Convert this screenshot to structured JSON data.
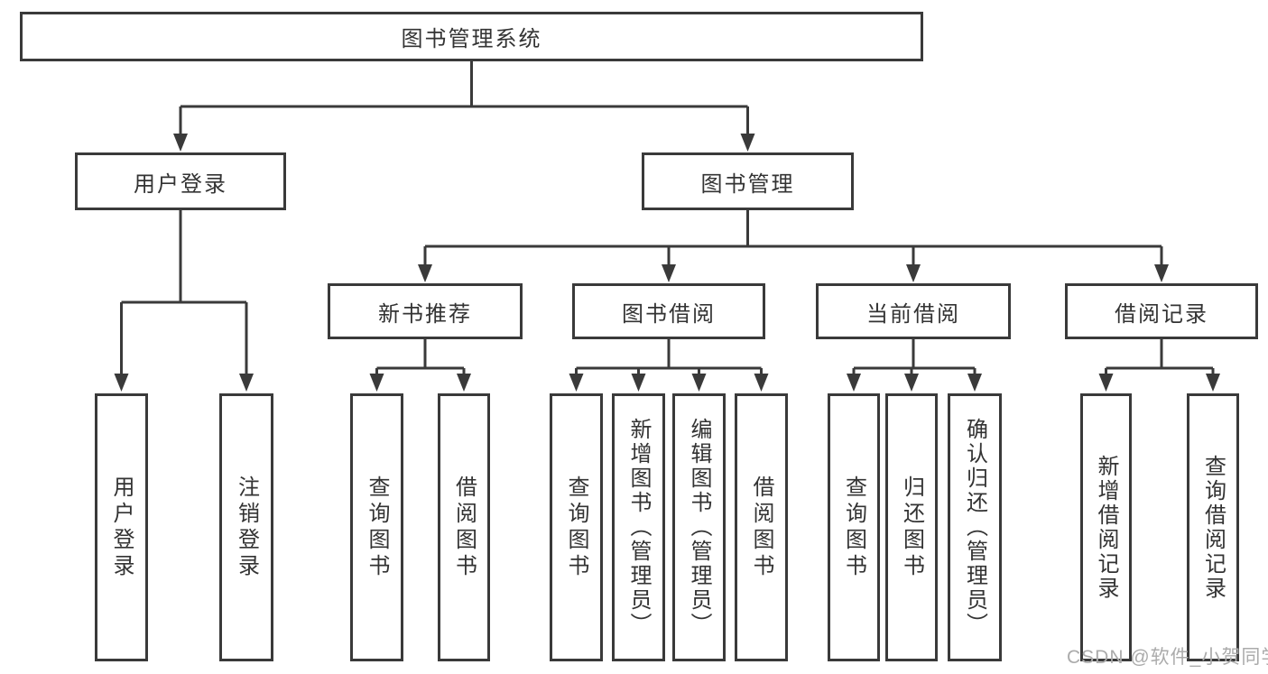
{
  "diagram": {
    "colors": {
      "line": "#3a3a3a",
      "box_border": "#3a3a3a",
      "text": "#333333",
      "watermark": "#ababab",
      "background": "#ffffff"
    },
    "watermark": "CSDN @软件_小贺同学",
    "tree": {
      "label": "图书管理系统",
      "children": [
        {
          "label": "用户登录",
          "children": [
            {
              "label": "用户登录"
            },
            {
              "label": "注销登录"
            }
          ]
        },
        {
          "label": "图书管理",
          "children": [
            {
              "label": "新书推荐",
              "children": [
                {
                  "label": "查询图书"
                },
                {
                  "label": "借阅图书"
                }
              ]
            },
            {
              "label": "图书借阅",
              "children": [
                {
                  "label": "查询图书"
                },
                {
                  "label": "新增图书（管理员）"
                },
                {
                  "label": "编辑图书（管理员）"
                },
                {
                  "label": "借阅图书"
                }
              ]
            },
            {
              "label": "当前借阅",
              "children": [
                {
                  "label": "查询图书"
                },
                {
                  "label": "归还图书"
                },
                {
                  "label": "确认归还（管理员）"
                }
              ]
            },
            {
              "label": "借阅记录",
              "children": [
                {
                  "label": "新增借阅记录"
                },
                {
                  "label": "查询借阅记录"
                }
              ]
            }
          ]
        }
      ]
    }
  }
}
